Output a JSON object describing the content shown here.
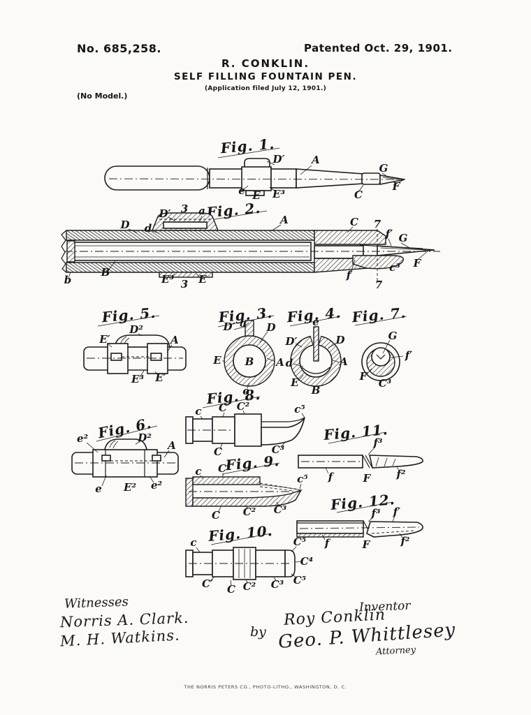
{
  "header": {
    "patent_number": "No. 685,258.",
    "patent_date": "Patented Oct. 29, 1901.",
    "inventor_name": "R. CONKLIN.",
    "invention_title": "SELF FILLING FOUNTAIN PEN.",
    "application_note": "(Application filed July 12, 1901.)",
    "model_note": "(No Model.)"
  },
  "figures": {
    "fig1": {
      "title": "Fig. 1.",
      "labels": {
        "d1": "D′",
        "a_part": "A",
        "g": "G",
        "f_cap": "F",
        "c_cap": "C",
        "e_small": "e",
        "e_part": "E",
        "e3": "E³"
      }
    },
    "fig2": {
      "title": "Fig. 2.",
      "labels": {
        "d": "D",
        "d_small": "d",
        "d1": "D′",
        "three_top": "3",
        "a_small": "a",
        "a_part": "A",
        "c_cap": "C",
        "seven_top": "7",
        "f1": "f′",
        "g": "G",
        "f_cap": "F",
        "b_small": "b",
        "b": "B",
        "e3": "E³",
        "three_bottom": "3",
        "e_part": "E",
        "f_small": "f",
        "c3": "c³",
        "seven_bottom": "7"
      }
    },
    "fig3": {
      "title": "Fig. 3.",
      "labels": {
        "d1": "D′",
        "a_small": "a",
        "d": "D",
        "e_part": "E",
        "b": "B",
        "a_part": "A",
        "e_small": "e"
      }
    },
    "fig4": {
      "title": "Fig. 4.",
      "labels": {
        "e_small": "e",
        "d1": "D′",
        "d": "D",
        "d_small": "d",
        "a_part": "A",
        "e_part": "E",
        "b": "B"
      }
    },
    "fig7": {
      "title": "Fig. 7.",
      "labels": {
        "g": "G",
        "f1": "f′",
        "f_cap": "F",
        "c3": "C³"
      }
    },
    "fig5": {
      "title": "Fig. 5.",
      "labels": {
        "e1_left": "E′",
        "d2": "D²",
        "a_part": "A",
        "e3": "E³",
        "e1_right": "E′"
      }
    },
    "fig6": {
      "title": "Fig. 6.",
      "labels": {
        "e2_left": "e²",
        "d2": "D²",
        "a_part": "A",
        "e_small": "e",
        "e2_cap": "E²",
        "e2_right": "e²"
      }
    },
    "fig8": {
      "title": "Fig. 8.",
      "labels": {
        "c_small": "c",
        "c1": "C′",
        "c2": "C²",
        "c5": "c⁵",
        "c_cap": "C",
        "c3": "C³"
      }
    },
    "fig9": {
      "title": "Fig. 9.",
      "labels": {
        "c_small": "c",
        "c1": "C′",
        "c5": "c⁵",
        "c_cap": "C",
        "c2": "C²",
        "c3": "C³"
      }
    },
    "fig10": {
      "title": "Fig. 10.",
      "labels": {
        "c_small": "c",
        "c5_top": "C⁵",
        "c4": "C⁴",
        "c5_bottom": "C⁵",
        "c1": "C′",
        "c_cap": "C",
        "c2": "C²",
        "c3": "C³"
      }
    },
    "fig11": {
      "title": "Fig. 11.",
      "labels": {
        "f3": "f³",
        "f_small": "f",
        "f_cap": "F",
        "f2": "f²"
      }
    },
    "fig12": {
      "title": "Fig. 12.",
      "labels": {
        "f3": "f³",
        "f1": "f′",
        "f_small": "f",
        "f_cap": "F",
        "f2": "f²"
      }
    }
  },
  "signatures": {
    "witnesses_heading": "Witnesses",
    "witness1": "Norris A. Clark.",
    "witness2": "M. H. Watkins.",
    "by_label": "by",
    "inventor_heading": "Inventor",
    "inventor_signature": "Roy Conklin",
    "attorney_signature": "Geo. P. Whittlesey",
    "attorney_label": "Attorney"
  },
  "footer": {
    "printer_line": "THE NORRIS PETERS CO., PHOTO-LITHO., WASHINGTON, D. C."
  }
}
